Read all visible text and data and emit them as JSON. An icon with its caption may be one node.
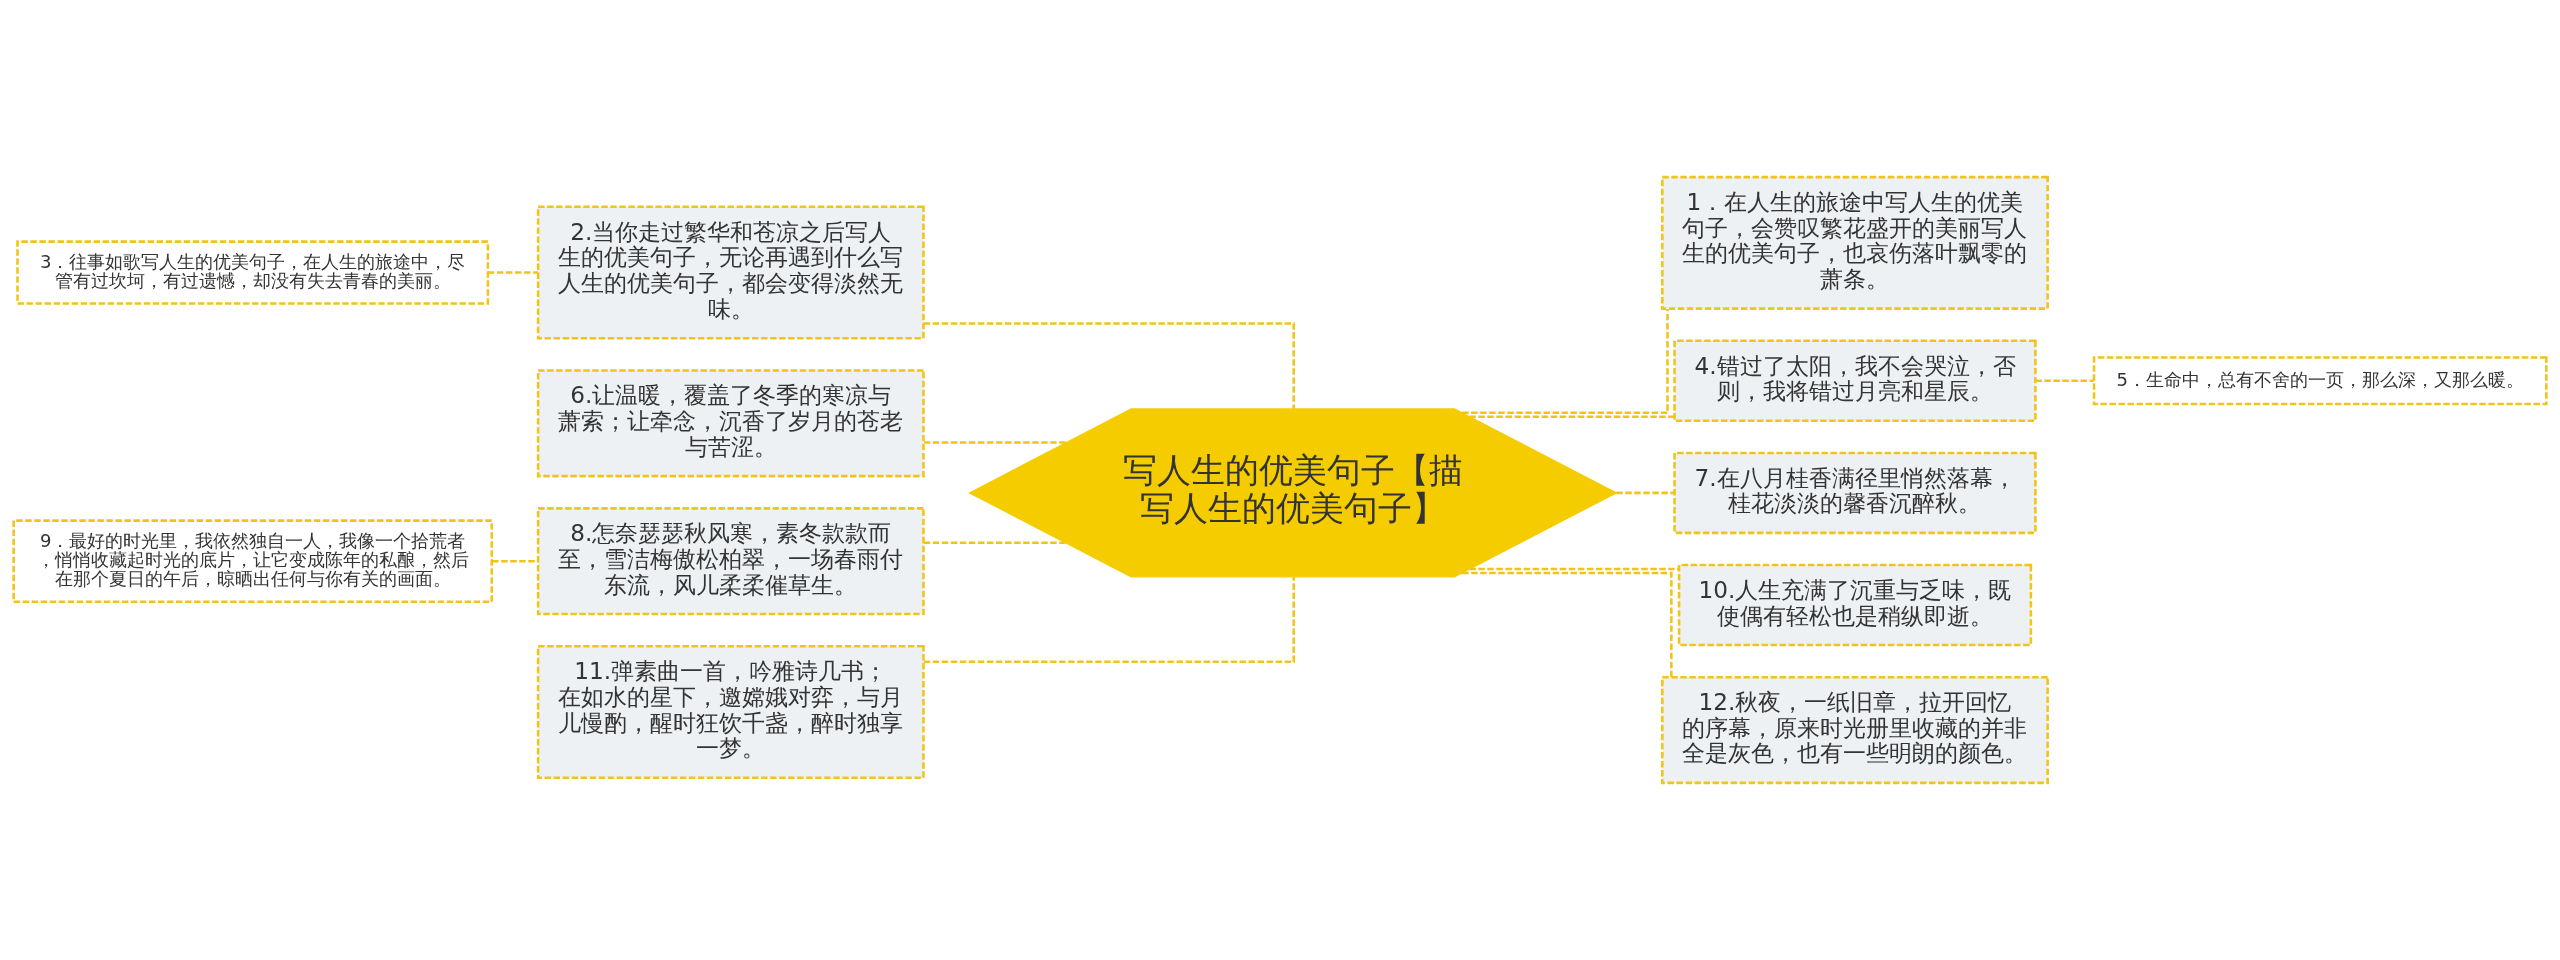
{
  "diagram": {
    "nodes": [
      {
        "text": [
          "写人生的优美句子【描写人生的优美句子】"
        ]
      },
      {
        "text": [
          "1．在人生的旅途中写人生的优美句子，会赞叹繁花盛开的美丽写人生的优美句子，也哀伤落叶飘零的萧条。"
        ]
      },
      {
        "text": [
          "2.当你走过繁华和苍凉之后写人生的优美句子，无论再遇到什么写人生的优美句子，都会变得淡然无味。"
        ]
      },
      {
        "text": [
          "3．往事如歌写人生的优美句子，在人生的旅途中，尽管有过坎坷，有过遗憾，却没有失去青春的美丽。"
        ]
      },
      {
        "text": [
          "4.错过了太阳，我不会哭泣，否则，我将错过月亮和星辰。"
        ]
      },
      {
        "text": [
          "5．生命中，总有不舍的一页，那么深，又那么暖。"
        ]
      },
      {
        "text": [
          "6.让温暖，覆盖了冬季的寒凉与萧索；让牵念，沉香了岁月的苍老与苦涩。"
        ]
      },
      {
        "text": [
          "7.在八月桂香满径里悄然落幕，桂花淡淡的馨香沉醉秋。"
        ]
      },
      {
        "text": [
          "8.怎奈瑟瑟秋风寒，素冬款款而至，雪洁梅傲松柏翠，一场春雨付东流，风儿柔柔催草生。"
        ]
      },
      {
        "text": [
          "9．最好的时光里，我依然独自一人，我像一个拾荒者，悄悄收藏起时光的底片，让它变成陈年的私酿，然后在那个夏日的午后，晾晒出任何与你有关的画面。"
        ]
      },
      {
        "text": [
          "10.人生充满了沉重与乏味，既使偶有轻松也是稍纵即逝。"
        ]
      },
      {
        "text": [
          "11.弹素曲一首，吟雅诗几书；在如水的星下，邀嫦娥对弈，与月儿慢酌，醒时狂饮千盏，醉时独享一梦。"
        ]
      },
      {
        "text": [
          "12.秋夜，一纸旧章，拉开回忆的序幕，原来时光册里收藏的并非全是灰色，也有一些明朗的颜色。"
        ]
      }
    ],
    "edges": [
      {
        "from": 0,
        "to": 1,
        "arrow": "none",
        "style": "dashed"
      },
      {
        "from": 0,
        "to": 2,
        "arrow": "none",
        "style": "dashed"
      },
      {
        "from": 2,
        "to": 3,
        "arrow": "none",
        "style": "dashed"
      },
      {
        "from": 0,
        "to": 4,
        "arrow": "none",
        "style": "dashed"
      },
      {
        "from": 4,
        "to": 5,
        "arrow": "none",
        "style": "dashed"
      },
      {
        "from": 0,
        "to": 6,
        "arrow": "none",
        "style": "dashed"
      },
      {
        "from": 0,
        "to": 7,
        "arrow": "none",
        "style": "dashed"
      },
      {
        "from": 0,
        "to": 8,
        "arrow": "none",
        "style": "dashed"
      },
      {
        "from": 8,
        "to": 9,
        "arrow": "none",
        "style": "dashed"
      },
      {
        "from": 0,
        "to": 10,
        "arrow": "none",
        "style": "dashed"
      },
      {
        "from": 0,
        "to": 11,
        "arrow": "none",
        "style": "dashed"
      },
      {
        "from": 0,
        "to": 12,
        "arrow": "none",
        "style": "dashed"
      }
    ]
  }
}
